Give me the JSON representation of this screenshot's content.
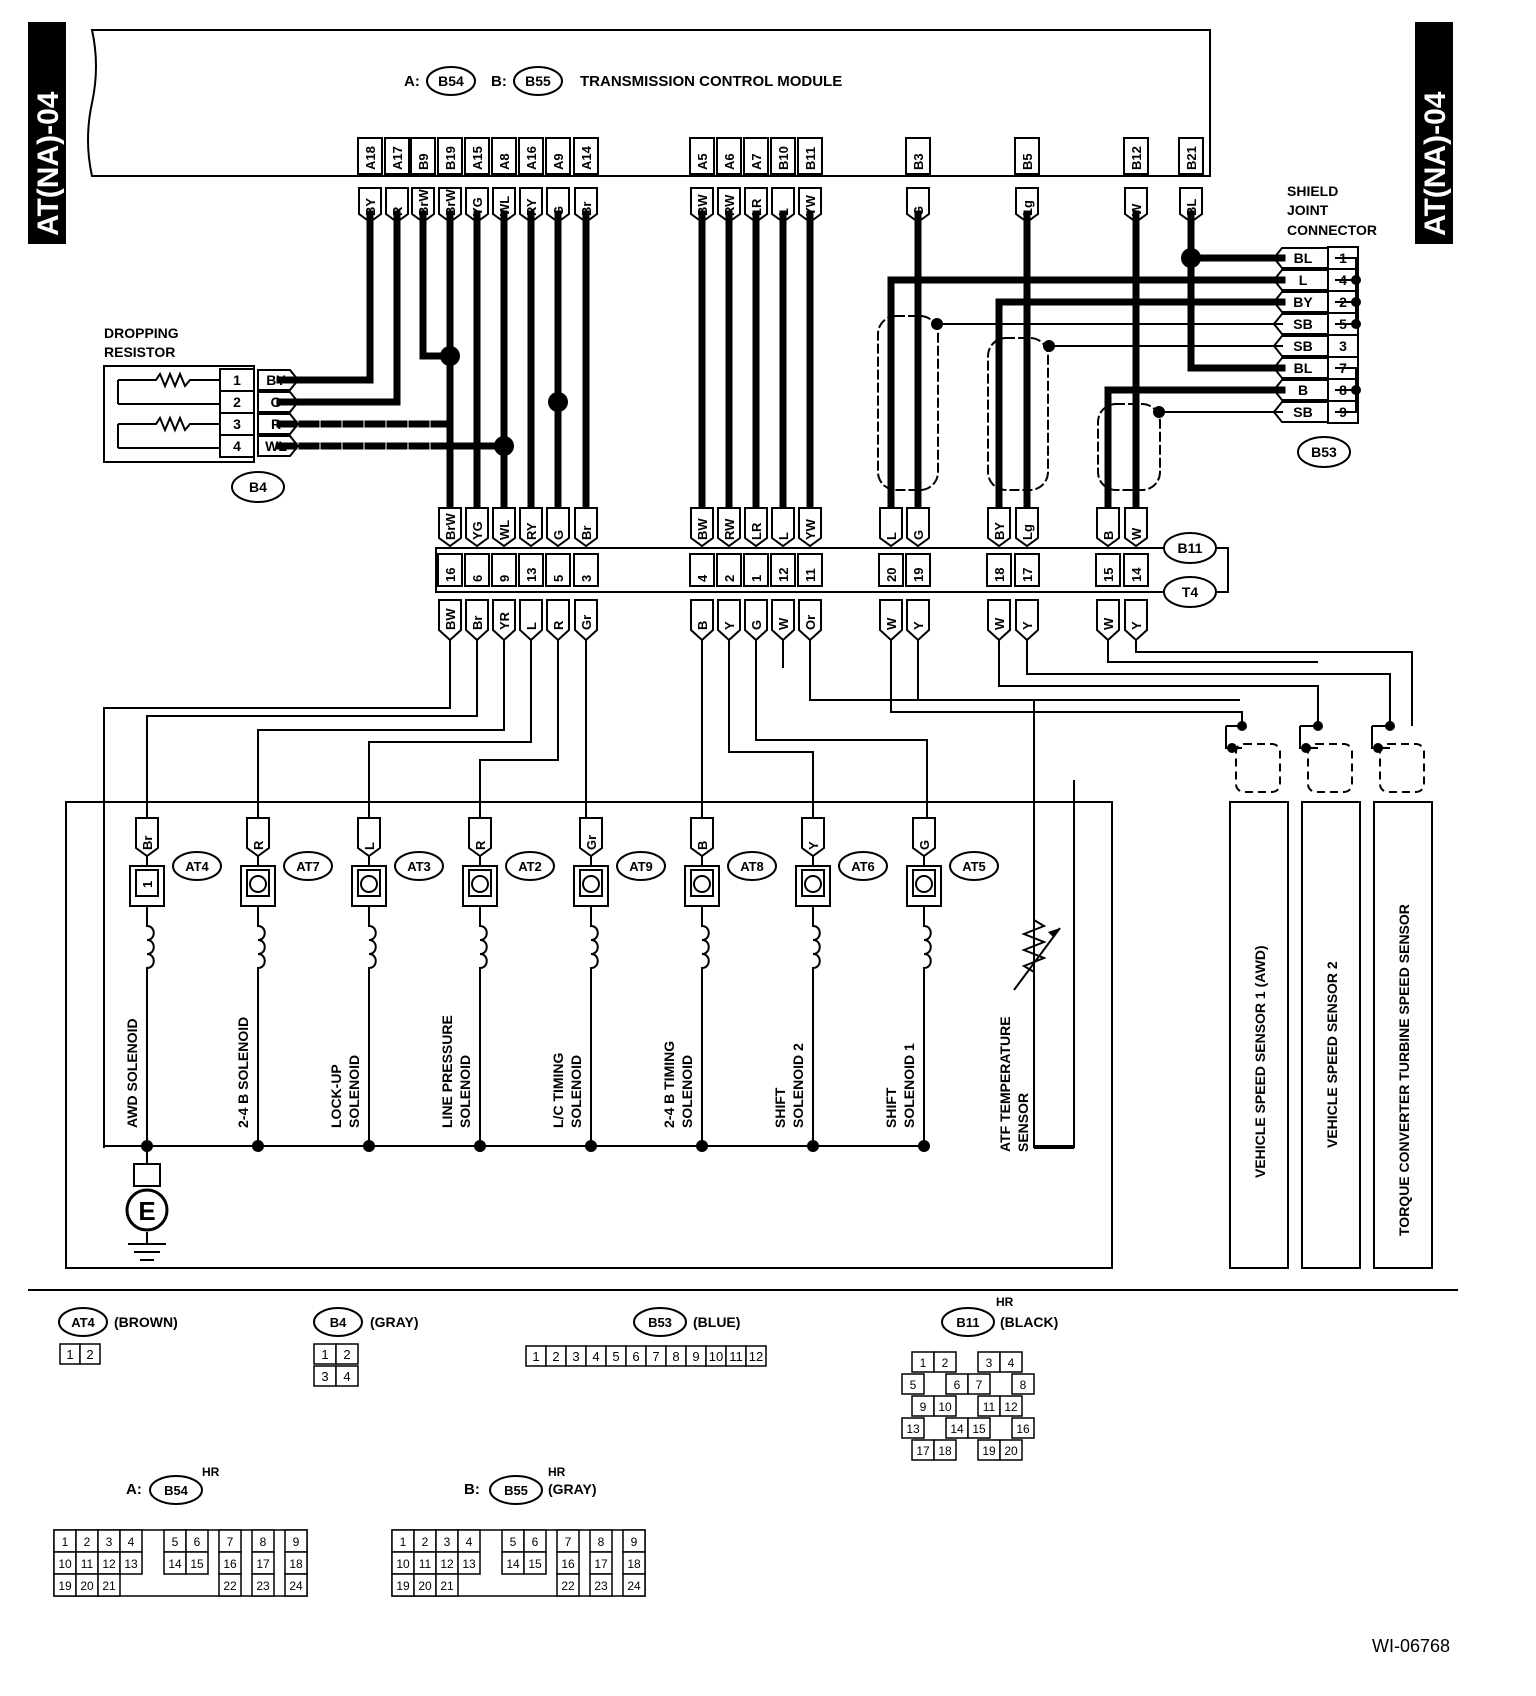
{
  "page_code": "AT(NA)-04",
  "figure_id": "WI-06768",
  "tcm": {
    "prefix_a": "A:",
    "conn_a": "B54",
    "prefix_b": "B:",
    "conn_b": "B55",
    "title": "TRANSMISSION CONTROL MODULE"
  },
  "tcm_terminals": [
    {
      "pin": "A18",
      "wire": "BY"
    },
    {
      "pin": "A17",
      "wire": "R"
    },
    {
      "pin": "B9",
      "wire": "BrW"
    },
    {
      "pin": "B19",
      "wire": "BrW"
    },
    {
      "pin": "A15",
      "wire": "YG"
    },
    {
      "pin": "A8",
      "wire": "WL"
    },
    {
      "pin": "A16",
      "wire": "RY"
    },
    {
      "pin": "A9",
      "wire": "G"
    },
    {
      "pin": "A14",
      "wire": "Br"
    },
    {
      "pin": "A5",
      "wire": "BW"
    },
    {
      "pin": "A6",
      "wire": "RW"
    },
    {
      "pin": "A7",
      "wire": "LR"
    },
    {
      "pin": "B10",
      "wire": "L"
    },
    {
      "pin": "B11",
      "wire": "YW"
    },
    {
      "pin": "B3",
      "wire": "G"
    },
    {
      "pin": "B5",
      "wire": "Lg"
    },
    {
      "pin": "B12",
      "wire": "W"
    },
    {
      "pin": "B21",
      "wire": "BL"
    }
  ],
  "dropping_resistor": {
    "title_line1": "DROPPING",
    "title_line2": "RESISTOR",
    "connector": "B4",
    "pins": [
      {
        "n": "1",
        "wire": "BY"
      },
      {
        "n": "2",
        "wire": "G"
      },
      {
        "n": "3",
        "wire": "R"
      },
      {
        "n": "4",
        "wire": "WL"
      }
    ]
  },
  "shield_joint": {
    "title": [
      "SHIELD",
      "JOINT",
      "CONNECTOR"
    ],
    "connector": "B53",
    "pins": [
      {
        "wire": "BL",
        "n": "1"
      },
      {
        "wire": "L",
        "n": "4"
      },
      {
        "wire": "BY",
        "n": "2"
      },
      {
        "wire": "SB",
        "n": "5"
      },
      {
        "wire": "SB",
        "n": "3"
      },
      {
        "wire": "BL",
        "n": "7"
      },
      {
        "wire": "B",
        "n": "8"
      },
      {
        "wire": "SB",
        "n": "9"
      }
    ]
  },
  "joint_connector": {
    "labels": [
      "B11",
      "T4"
    ],
    "upper_wires": [
      "BrW",
      "YG",
      "WL",
      "RY",
      "G",
      "Br",
      "BW",
      "RW",
      "LR",
      "L",
      "YW",
      "L",
      "G",
      "BY",
      "Lg",
      "B",
      "W"
    ],
    "pins": [
      "16",
      "6",
      "9",
      "13",
      "5",
      "3",
      "4",
      "2",
      "1",
      "12",
      "11",
      "20",
      "19",
      "18",
      "17",
      "15",
      "14"
    ],
    "lower_wires": [
      "BW",
      "Br",
      "YR",
      "L",
      "R",
      "Gr",
      "B",
      "Y",
      "G",
      "W",
      "Or",
      "W",
      "Y",
      "W",
      "Y",
      "W",
      "Y"
    ]
  },
  "solenoids": [
    {
      "wire": "Br",
      "conn": "AT4",
      "name": [
        "AWD SOLENOID"
      ],
      "pin": "1"
    },
    {
      "wire": "R",
      "conn": "AT7",
      "name": [
        "2-4 B SOLENOID"
      ]
    },
    {
      "wire": "L",
      "conn": "AT3",
      "name": [
        "LOCK-UP",
        "SOLENOID"
      ]
    },
    {
      "wire": "R",
      "conn": "AT2",
      "name": [
        "LINE PRESSURE",
        "SOLENOID"
      ]
    },
    {
      "wire": "Gr",
      "conn": "AT9",
      "name": [
        "L/C TIMING",
        "SOLENOID"
      ]
    },
    {
      "wire": "B",
      "conn": "AT8",
      "name": [
        "2-4 B TIMING",
        "SOLENOID"
      ]
    },
    {
      "wire": "Y",
      "conn": "AT6",
      "name": [
        "SHIFT",
        "SOLENOID 2"
      ]
    },
    {
      "wire": "G",
      "conn": "AT5",
      "name": [
        "SHIFT",
        "SOLENOID 1"
      ]
    }
  ],
  "atf_sensor": [
    "ATF TEMPERATURE",
    "SENSOR"
  ],
  "ground_symbol": "E",
  "speed_sensors": [
    "VEHICLE SPEED SENSOR 1 (AWD)",
    "VEHICLE SPEED SENSOR 2",
    "TORQUE CONVERTER TURBINE SPEED SENSOR"
  ],
  "legend": {
    "at4": {
      "conn": "AT4",
      "color": "(BROWN)",
      "pins": [
        "1",
        "2"
      ]
    },
    "b4": {
      "conn": "B4",
      "color": "(GRAY)",
      "pins": [
        "1",
        "2",
        "3",
        "4"
      ]
    },
    "b53": {
      "conn": "B53",
      "color": "(BLUE)",
      "pins": [
        "1",
        "2",
        "3",
        "4",
        "5",
        "6",
        "7",
        "8",
        "9",
        "10",
        "11",
        "12"
      ]
    },
    "b11": {
      "conn": "B11",
      "color": "(BLACK)",
      "hr": "HR",
      "pins": [
        "1",
        "2",
        "3",
        "4",
        "5",
        "6",
        "7",
        "8",
        "9",
        "10",
        "11",
        "12",
        "13",
        "14",
        "15",
        "16",
        "17",
        "18",
        "19",
        "20"
      ]
    },
    "b54": {
      "prefix": "A:",
      "conn": "B54",
      "hr": "HR"
    },
    "b55": {
      "prefix": "B:",
      "conn": "B55",
      "hr": "HR",
      "color": "(GRAY)"
    },
    "grid24": [
      "1",
      "2",
      "3",
      "4",
      "5",
      "6",
      "7",
      "8",
      "9",
      "10",
      "11",
      "12",
      "13",
      "14",
      "15",
      "16",
      "17",
      "18",
      "19",
      "20",
      "21",
      "22",
      "23",
      "24"
    ]
  }
}
